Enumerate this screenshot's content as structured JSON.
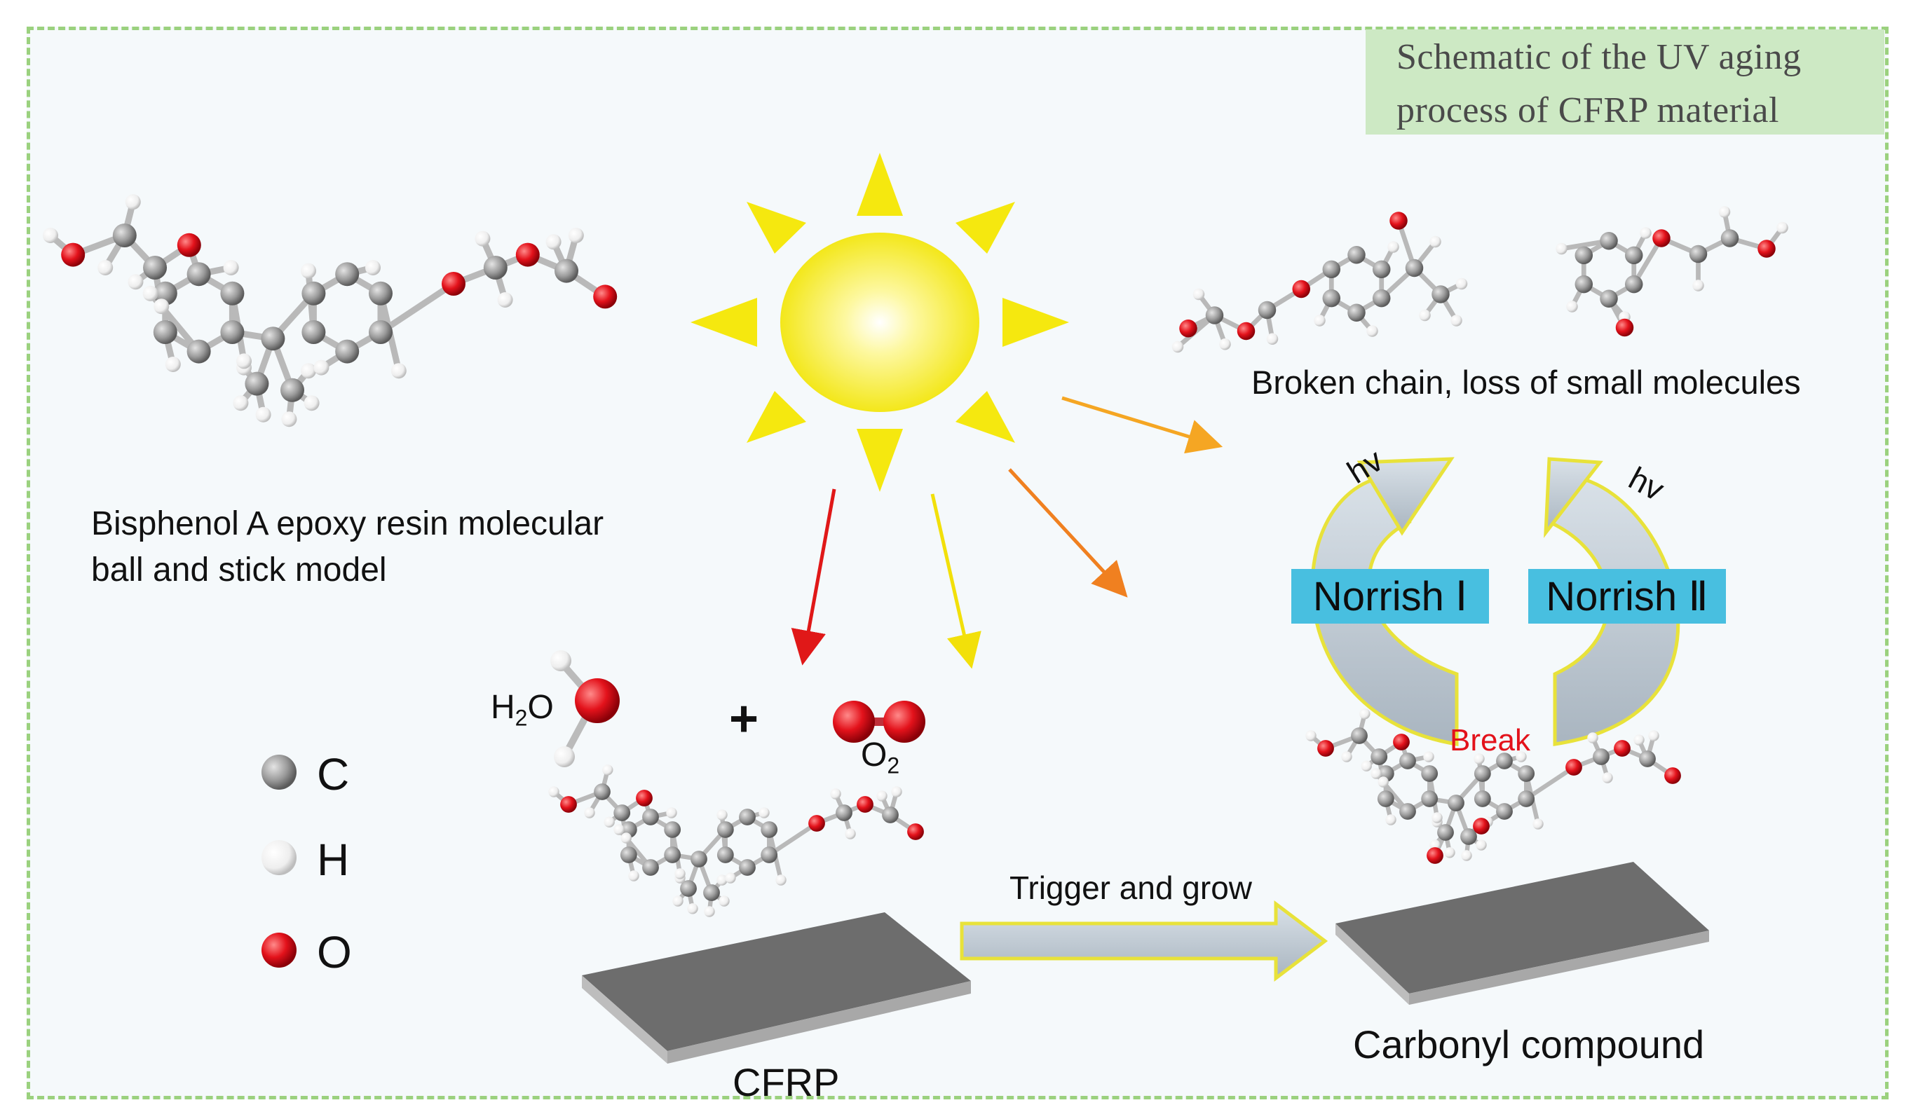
{
  "title": {
    "line1": "Schematic of the UV aging",
    "line2": "process of CFRP material"
  },
  "labels": {
    "bisphenol_line1": "Bisphenol A epoxy resin molecular",
    "bisphenol_line2": "ball and stick model",
    "broken_chain": "Broken chain, loss of small molecules",
    "hv_left": "hv",
    "hv_right": "hv",
    "norrish_1": "Norrish Ⅰ",
    "norrish_2": "Norrish Ⅱ",
    "break": "Break",
    "h2o_main": "H",
    "h2o_sub": "2",
    "h2o_tail": "O",
    "plus": "+",
    "o2_main": "O",
    "o2_sub": "2",
    "trigger": "Trigger and grow",
    "cfrp": "CFRP",
    "carbonyl": "Carbonyl compound"
  },
  "legend": [
    {
      "symbol": "C",
      "color": "#9a9a9a"
    },
    {
      "symbol": "H",
      "color": "#f2f2f2"
    },
    {
      "symbol": "O",
      "color": "#e3121b"
    }
  ],
  "colors": {
    "sun": "#f7ee30",
    "ray": "#f5e80f",
    "carbon": "#9a9a9a",
    "hydrogen": "#f2f2f2",
    "oxygen": "#e3121b",
    "norrish_box": "#48bfe0",
    "cycle_arrow": "#b7c2cd",
    "break_text": "#e3121b"
  }
}
